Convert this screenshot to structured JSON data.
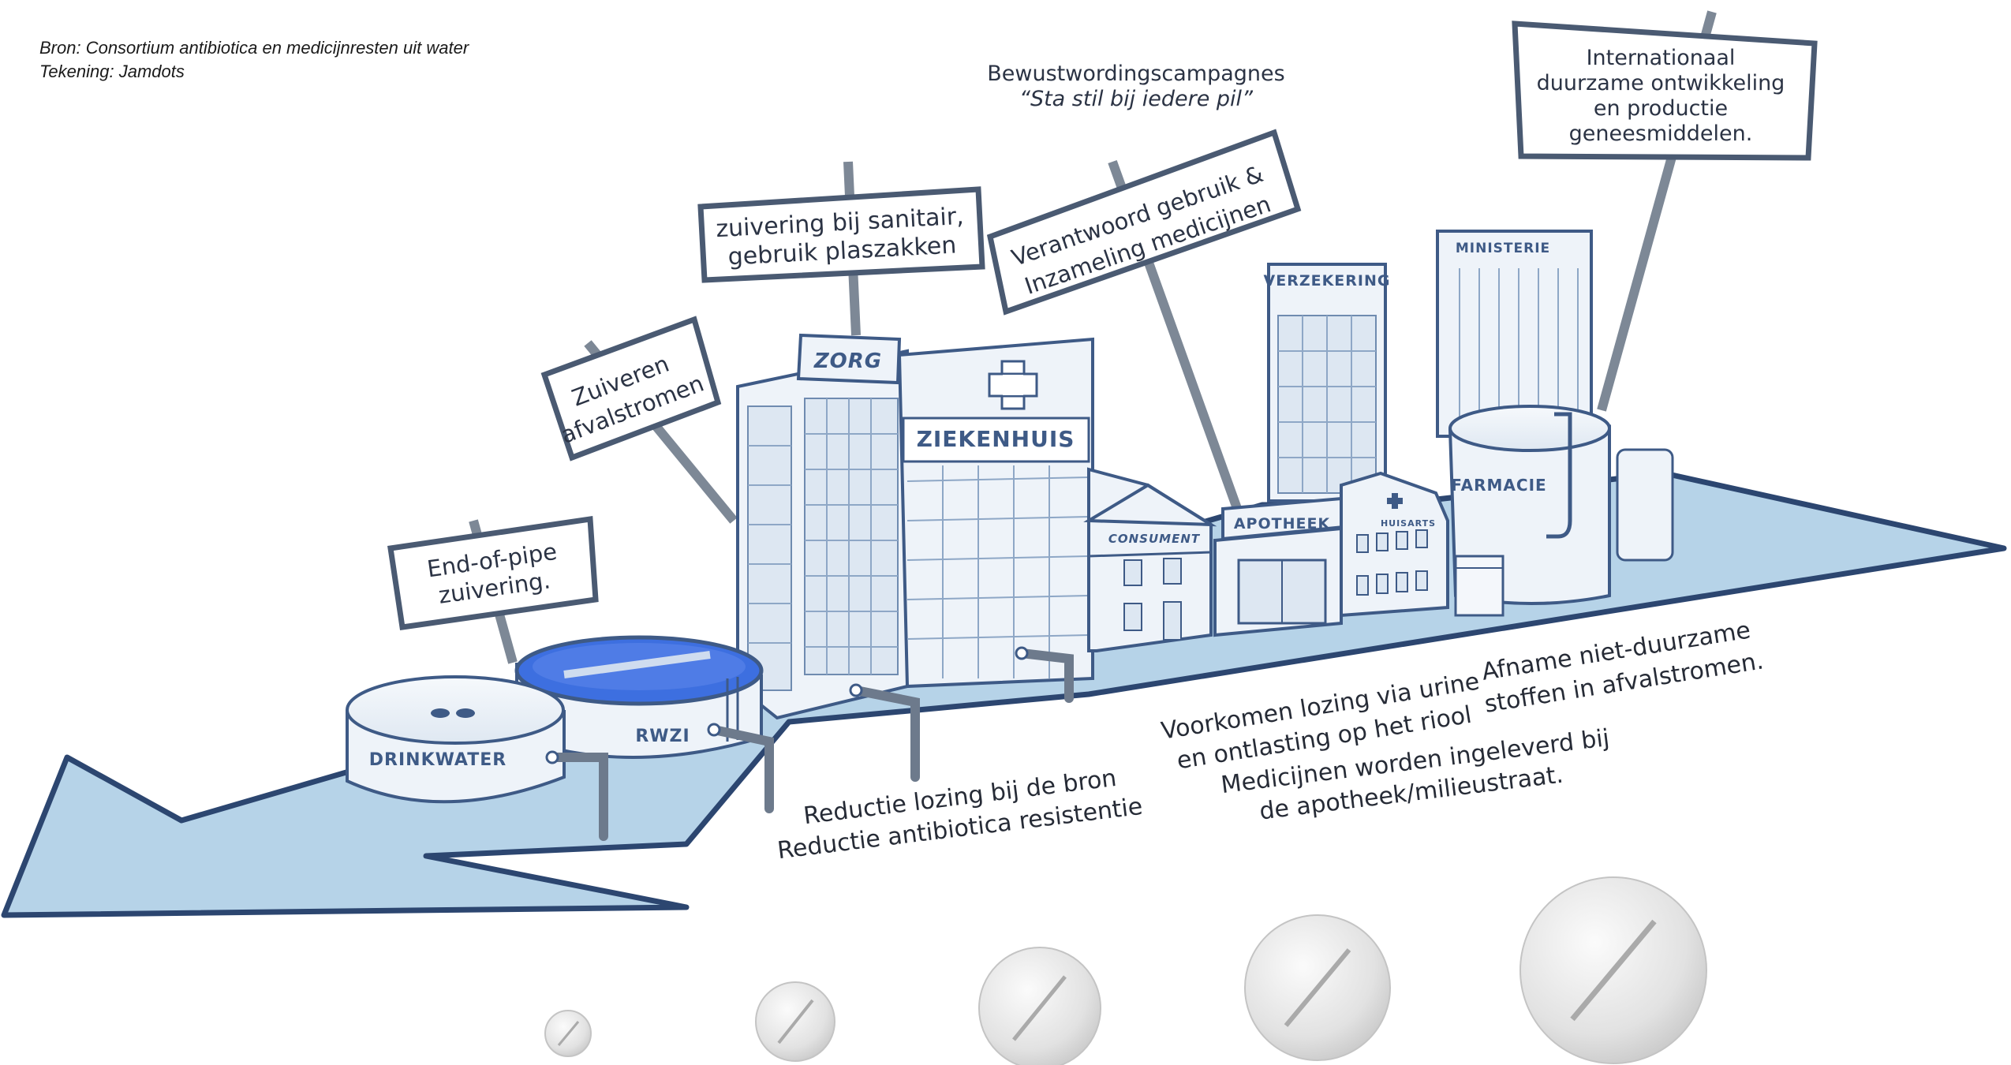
{
  "credits": {
    "source": "Bron: Consortium antibiotica en medicijnresten uit water",
    "drawing": "Tekening: Jamdots"
  },
  "signs": {
    "end_of_pipe": [
      "End-of-pipe",
      "zuivering."
    ],
    "zuiveren": [
      "Zuiveren",
      "afvalstromen"
    ],
    "sanitair": [
      "zuivering bij sanitair,",
      "gebruik plaszakken"
    ],
    "verantwoord": [
      "Verantwoord gebruik &",
      "Inzameling medicijnen"
    ],
    "internationaal": [
      "Internationaal",
      "duurzame ontwikkeling",
      "en productie",
      "geneesmiddelen."
    ]
  },
  "campaign": {
    "line1": "Bewustwordingscampagnes",
    "line2": "“Sta stil bij iedere pil”"
  },
  "buildings": {
    "drinkwater": "DRINKWATER",
    "rwzi": "RWZI",
    "zorg": "ZORG",
    "ziekenhuis": "ZIEKENHUIS",
    "consument": "CONSUMENT",
    "apotheek": "APOTHEEK",
    "huisarts": "HUISARTS",
    "verzekering": "VERZEKERING",
    "ministerie": "MINISTERIE",
    "farmacie": "FARMACIE"
  },
  "notes": {
    "reductie": [
      "Reductie lozing bij de bron",
      "Reductie antibiotica resistentie"
    ],
    "voorkomen": [
      "Voorkomen lozing via urine",
      "en ontlasting op het riool"
    ],
    "medicijnen": [
      "Medicijnen worden ingeleverd bij",
      "de apotheek/milieustraat."
    ],
    "afname": [
      "Afname niet-duurzame",
      "stoffen in afvalstromen."
    ]
  },
  "colors": {
    "river_fill": "#b6d3e8",
    "river_stroke": "#2c4670",
    "building_stroke": "#3e5a86",
    "building_fill": "#eef3f9",
    "water_blue": "#3d6fe0",
    "sign_stroke": "#4a5a72",
    "pill": "#e4e4e4"
  },
  "icons": [
    "pill-icon",
    "cross-icon"
  ]
}
